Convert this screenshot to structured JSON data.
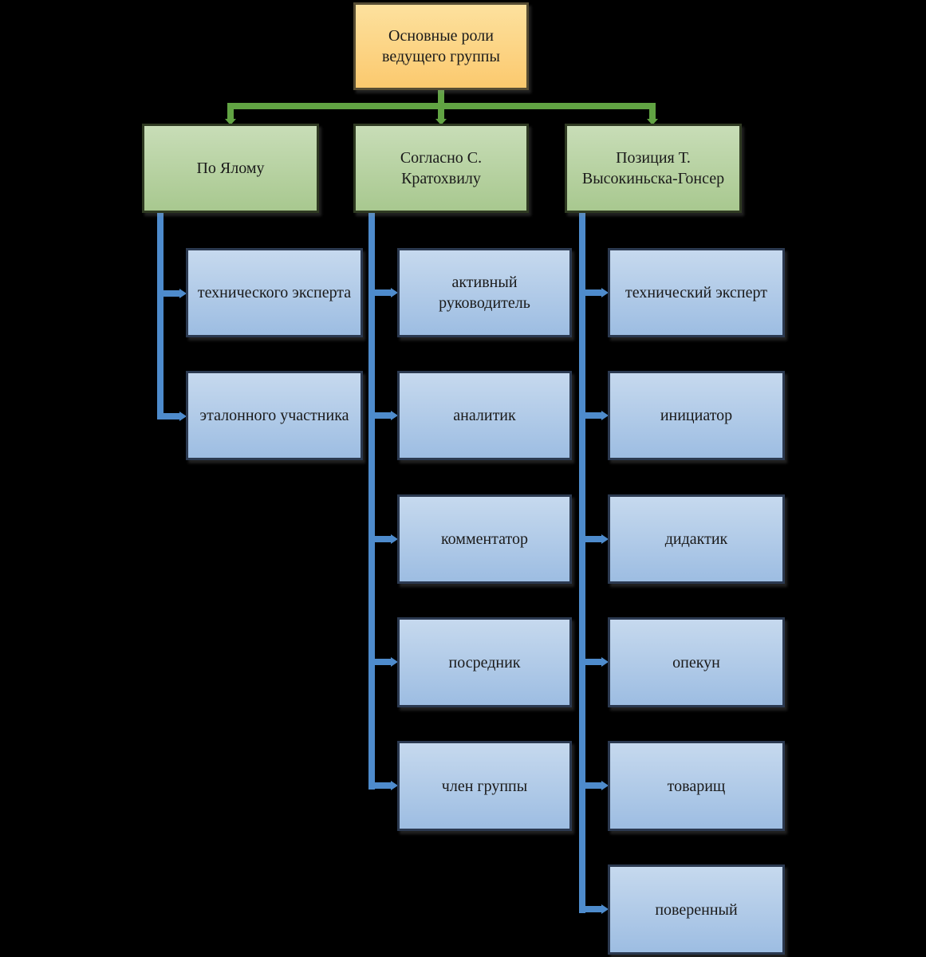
{
  "diagram": {
    "type": "org-chart",
    "root": {
      "label": "Основные роли ведущего группы"
    },
    "branches": [
      {
        "label": "По Ялому",
        "children": [
          "технического эксперта",
          "эталонного участника"
        ]
      },
      {
        "label": "Согласно С. Кратохвилу",
        "children": [
          "активный руководитель",
          "аналитик",
          "комментатор",
          "посредник",
          "член группы"
        ]
      },
      {
        "label": "Позиция Т. Высокиньска-Гонсер",
        "children": [
          "технический эксперт",
          "инициатор",
          "дидактик",
          "опекун",
          "товарищ",
          "поверенный"
        ]
      }
    ],
    "colors": {
      "background": "#000000",
      "root_fill_top": "#fde19e",
      "root_fill_bottom": "#fbc96e",
      "root_border": "#564c33",
      "branch_fill_top": "#c8ddb7",
      "branch_fill_bottom": "#a8c88f",
      "branch_border": "#2f3a22",
      "leaf_fill_top": "#c6d9ee",
      "leaf_fill_bottom": "#9dbde2",
      "leaf_border": "#2b3950",
      "connector_green": "#61a343",
      "connector_blue": "#4e8bcc",
      "text": "#1a1a1a"
    }
  }
}
